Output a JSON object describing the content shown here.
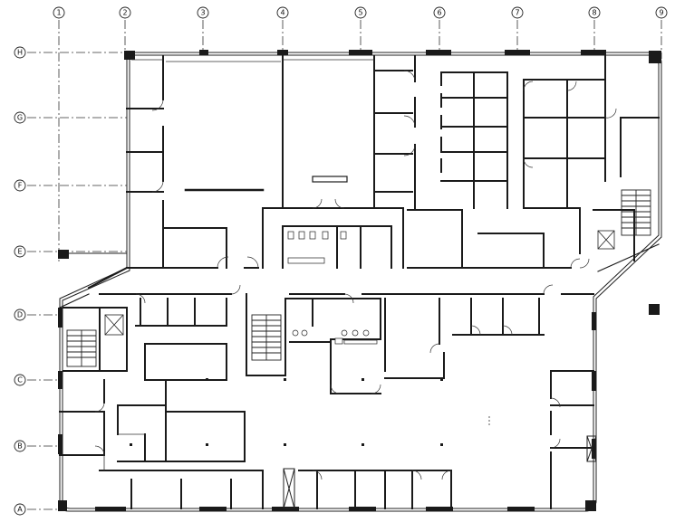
{
  "floor_plan": {
    "colors": {
      "wall": "#1a1a1a",
      "line": "#222222",
      "grid": "#333333",
      "background": "#ffffff"
    },
    "column_grid": {
      "numbered_axes": [
        "1",
        "2",
        "3",
        "4",
        "5",
        "6",
        "7",
        "8",
        "9"
      ],
      "lettered_axes": [
        "H",
        "G",
        "F",
        "E",
        "D",
        "C",
        "B",
        "A"
      ]
    }
  }
}
